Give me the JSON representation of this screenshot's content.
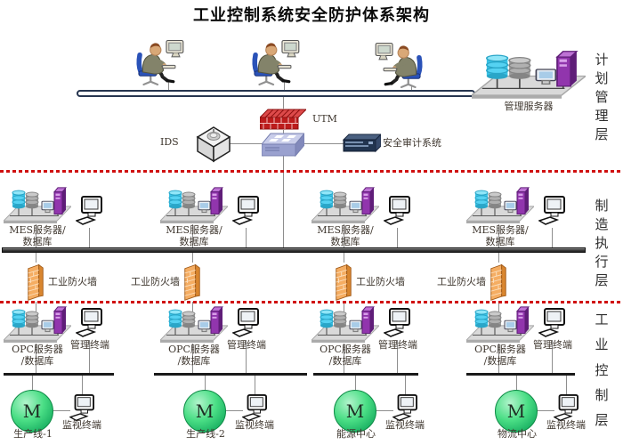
{
  "title": "工业控制系统安全防护体系架构",
  "layer_labels": {
    "planning": "计划管理层",
    "execution": "制造执行层",
    "control": "工业控制层"
  },
  "planning_layer": {
    "management_server": "管理服务器",
    "utm": "UTM",
    "ids": "IDS",
    "audit_system": "安全审计系统"
  },
  "execution_layer": {
    "server_line1": "MES服务器/",
    "server_line2": "数据库",
    "firewall": "工业防火墙"
  },
  "control_layer": {
    "server_line1": "OPC服务器",
    "server_line2": "/数据库",
    "terminal": "管理终端",
    "monitor": "监视终端",
    "motor_letter": "M",
    "unit_names": [
      "生产线-1",
      "生产线-2",
      "能源中心",
      "物流中心"
    ]
  },
  "colors": {
    "separator_red": "#d01010",
    "utm_red": "#bc1c1c",
    "firewall_orange": "#f5ad62",
    "motor_green": "#2ecc71",
    "tower_purple": "#9135ad",
    "db_cyan": "#38c2e6"
  }
}
